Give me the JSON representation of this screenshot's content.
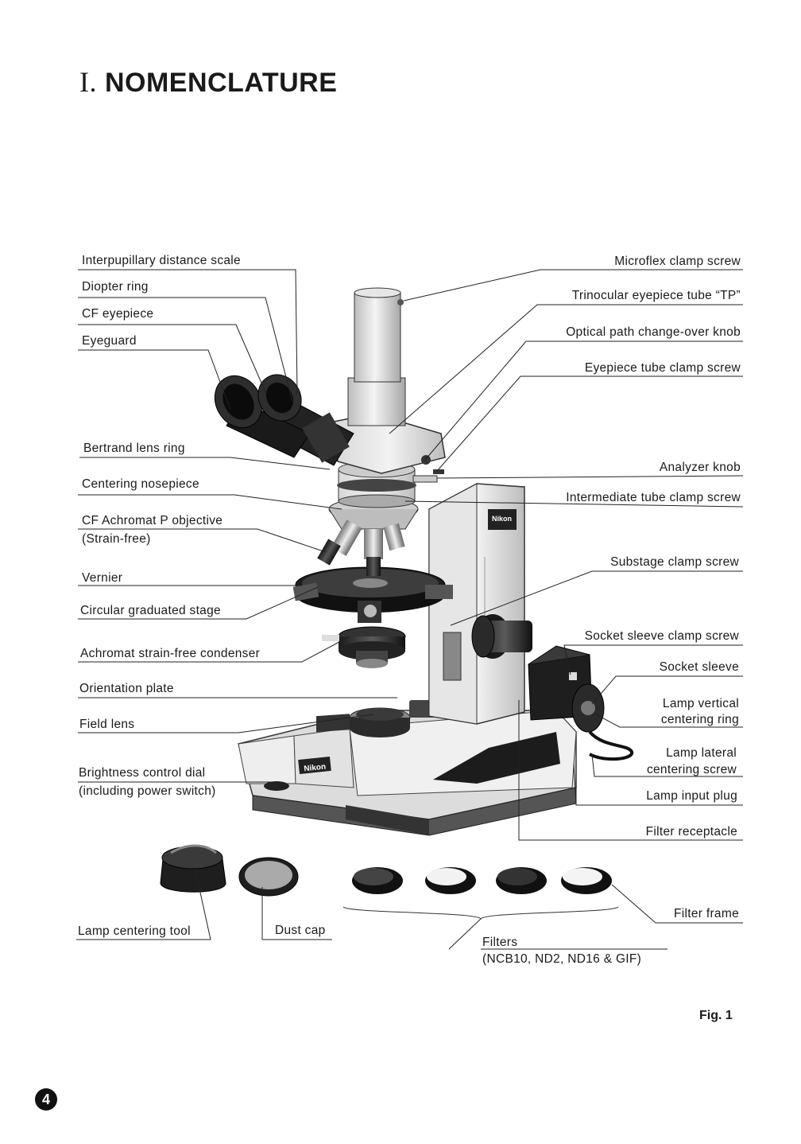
{
  "page": {
    "title_roman": "I.",
    "title_text": "NOMENCLATURE",
    "fig_label": "Fig. 1",
    "page_number": "4"
  },
  "brand": {
    "stand_badge": "Nikon",
    "base_badge": "Nikon"
  },
  "labels_left": {
    "interpupillary": "Interpupillary distance scale",
    "diopter": "Diopter ring",
    "cf_eyepiece": "CF eyepiece",
    "eyeguard": "Eyeguard",
    "bertrand": "Bertrand lens ring",
    "centering_nosepiece": "Centering nosepiece",
    "cf_achromat_1": "CF Achromat P objective",
    "cf_achromat_2": "(Strain-free)",
    "vernier": "Vernier",
    "circular_stage": "Circular graduated stage",
    "condenser": "Achromat strain-free condenser",
    "orientation_plate": "Orientation plate",
    "field_lens": "Field lens",
    "brightness_1": "Brightness control dial",
    "brightness_2": "(including power switch)"
  },
  "labels_right": {
    "microflex": "Microflex clamp screw",
    "trinocular": "Trinocular eyepiece tube “TP”",
    "optical_path": "Optical path change-over knob",
    "eyepiece_tube_clamp": "Eyepiece tube clamp screw",
    "analyzer": "Analyzer knob",
    "intermediate": "Intermediate tube clamp screw",
    "substage": "Substage clamp screw",
    "socket_sleeve_clamp": "Socket sleeve clamp screw",
    "socket_sleeve": "Socket sleeve",
    "lamp_vertical_1": "Lamp vertical",
    "lamp_vertical_2": "centering ring",
    "lamp_lateral_1": "Lamp lateral",
    "lamp_lateral_2": "centering screw",
    "lamp_input": "Lamp input plug",
    "filter_receptacle": "Filter receptacle"
  },
  "labels_bottom": {
    "lamp_tool": "Lamp centering tool",
    "dust_cap": "Dust cap",
    "filters_1": "Filters",
    "filters_2": "(NCB10, ND2, ND16 & GIF)",
    "filter_frame": "Filter frame"
  }
}
